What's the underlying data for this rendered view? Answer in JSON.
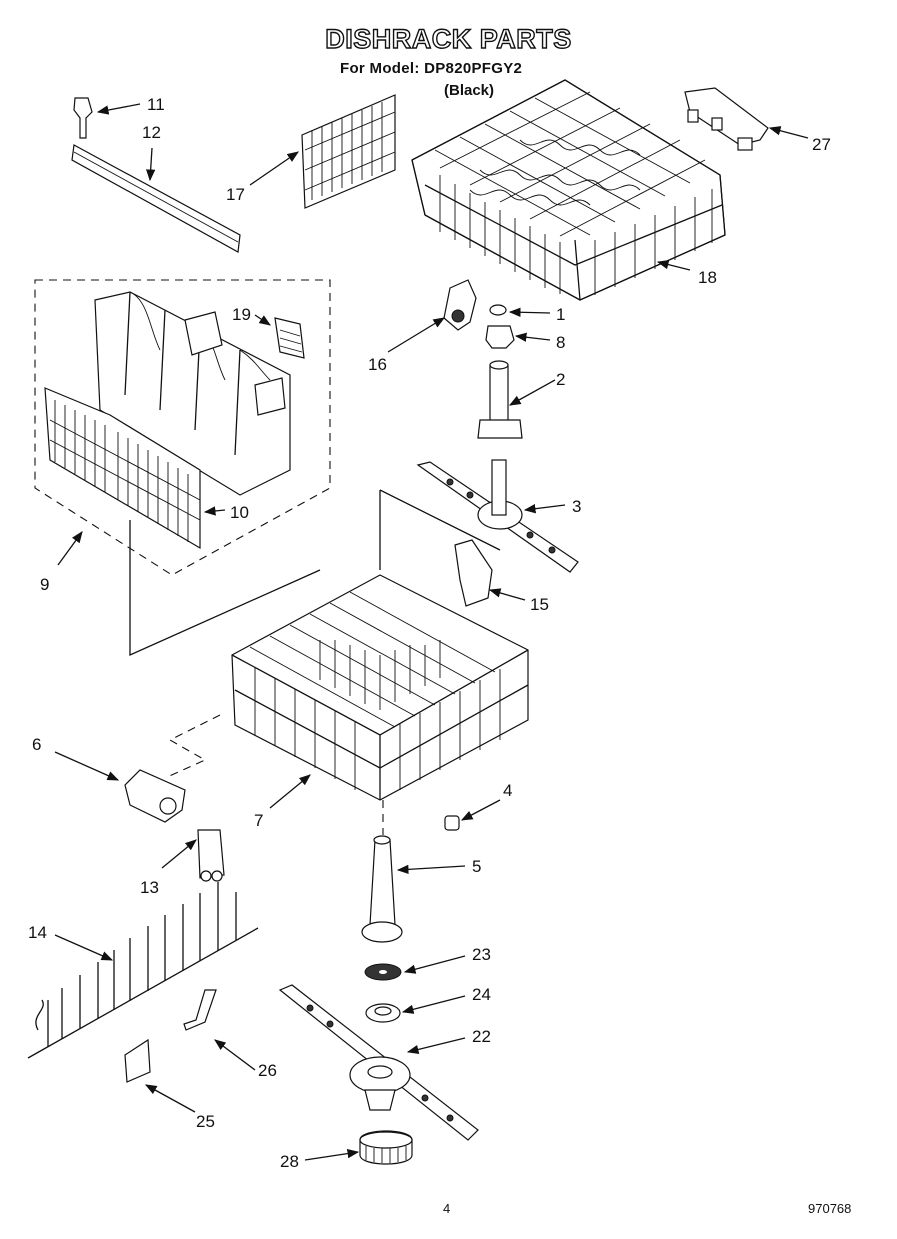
{
  "header": {
    "title": "DISHRACK PARTS",
    "model": "For Model: DP820PFGY2",
    "color": "(Black)"
  },
  "footer": {
    "page_number": "4",
    "doc_number": "970768"
  },
  "callouts": [
    "1",
    "2",
    "3",
    "4",
    "5",
    "6",
    "7",
    "8",
    "9",
    "10",
    "11",
    "12",
    "13",
    "14",
    "15",
    "16",
    "17",
    "18",
    "19",
    "22",
    "23",
    "24",
    "25",
    "26",
    "27",
    "28"
  ]
}
